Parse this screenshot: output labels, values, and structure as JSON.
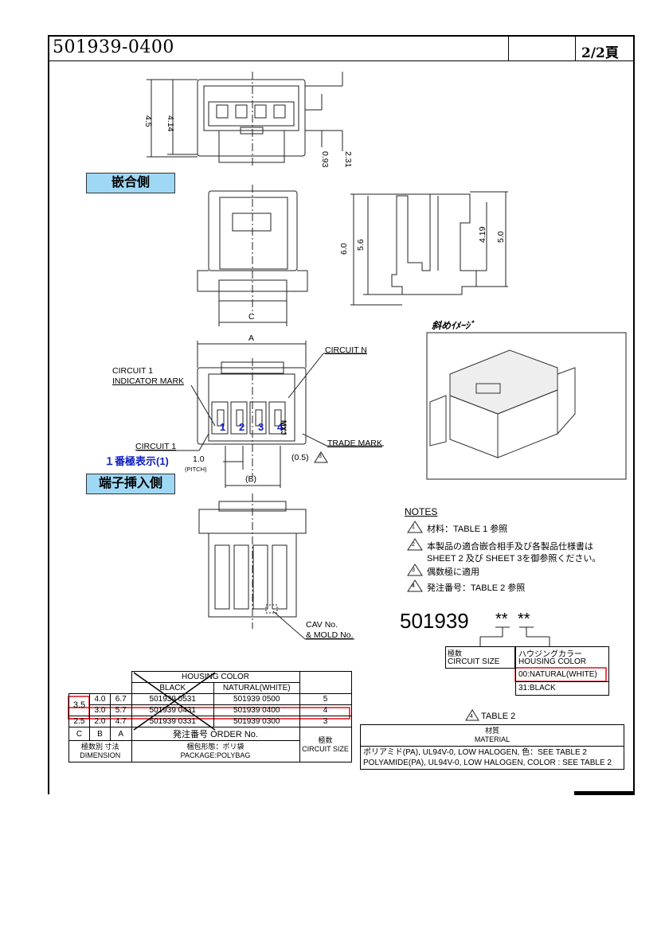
{
  "header": {
    "part_number": "501939-0400",
    "page": "2/2頁"
  },
  "views": {
    "mating_side": "嵌合側",
    "terminal_side": "端子挿入側",
    "oblique": "斜めｲﾒｰｼﾞ"
  },
  "dims": {
    "d45": "4.5",
    "d414": "4.14",
    "d093": "0.93",
    "d231": "2.31",
    "d60": "6.0",
    "d56": "5.6",
    "d419": "4.19",
    "d50": "5.0",
    "c": "C",
    "a": "A",
    "pitch_val": "1.0",
    "pitch_lbl": "(PITCH)",
    "b": "(B)",
    "d05": "(0.5)"
  },
  "callouts": {
    "circuit_n": "CIRCUIT N",
    "circuit1_ind_l1": "CIRCUIT 1",
    "circuit1_ind_l2": "INDICATOR MARK",
    "circuit1": "CIRCUIT 1",
    "circuit1_jp": "１番極表示(1)",
    "trade_mark": "TRADE MARK",
    "cav_l1": "CAV No.",
    "cav_l2": "& MOLD No.",
    "tri2": "2",
    "pins": [
      "1",
      "2",
      "3",
      "4"
    ],
    "mark": "MXJ"
  },
  "notes": {
    "title": "NOTES",
    "items": [
      {
        "num": "1",
        "text": "材料：TABLE 1 参照"
      },
      {
        "num": "2",
        "text": "本製品の適合嵌合相手及び各製品仕様書は"
      },
      {
        "num": "",
        "text": "SHEET 2 及び SHEET 3を御参照ください。"
      },
      {
        "num": "3",
        "text": "偶数極に適用"
      },
      {
        "num": "4",
        "text": "発注番号：TABLE 2 参照"
      }
    ]
  },
  "order": {
    "base": "501939",
    "stars1": "**",
    "stars2": "**",
    "circuit_jp": "極数",
    "circuit_en": "CIRCUIT SIZE",
    "color_jp": "ハウジングカラー",
    "color_en": "HOUSING COLOR",
    "opt_natural": "00:NATURAL(WHITE)",
    "opt_black": "31:BLACK"
  },
  "table1": {
    "housing_color": "HOUSING COLOR",
    "black": "BLACK",
    "natural": "NATURAL(WHITE)",
    "rows": [
      {
        "c": "3.5",
        "b": "4.0",
        "a": "6.7",
        "black": "501939 0531",
        "natural": "501939 0500",
        "size": "5"
      },
      {
        "c": "",
        "b": "3.0",
        "a": "5.7",
        "black": "501939 0431",
        "natural": "501939 0400",
        "size": "4"
      },
      {
        "c": "2.5",
        "b": "2.0",
        "a": "4.7",
        "black": "501939 0331",
        "natural": "501939 0300",
        "size": "3"
      }
    ],
    "col_c": "C",
    "col_b": "B",
    "col_a": "A",
    "order_no": "発注番号 ORDER No.",
    "dim_jp": "極数別 寸法",
    "dim_en": "DIMENSION",
    "pkg_jp": "梱包形態：ポリ袋",
    "pkg_en": "PACKAGE:POLYBAG",
    "size_jp": "極数",
    "size_en": "CIRCUIT SIZE"
  },
  "table2": {
    "title": "TABLE 2",
    "num": "4",
    "mat_jp": "材質",
    "mat_en": "MATERIAL",
    "line1": "ポリアミド(PA), UL94V-0, LOW HALOGEN, 色：SEE TABLE 2",
    "line2": "POLYAMIDE(PA), UL94V-0, LOW HALOGEN, COLOR : SEE TABLE 2"
  },
  "colors": {
    "highlight": "#e0202a",
    "label_bg": "#9ed8f5",
    "pin_text": "#1020c0"
  }
}
